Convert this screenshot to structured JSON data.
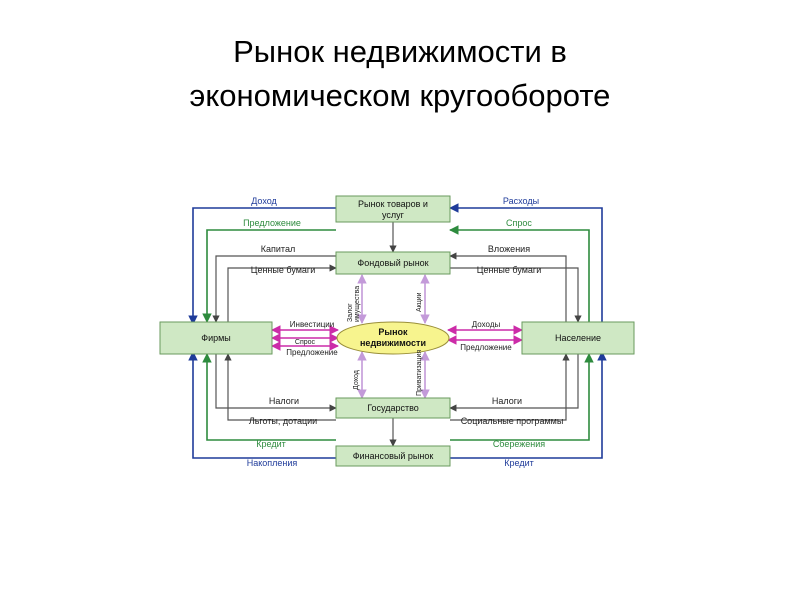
{
  "slide": {
    "title_line1": "Рынок недвижимости в",
    "title_line2": "экономическом кругообороте"
  },
  "diagram": {
    "nodes": {
      "goods_market": [
        "Рынок товаров и",
        "услуг"
      ],
      "stock_market": "Фондовый рынок",
      "firms": "Фирмы",
      "households": "Население",
      "real_estate_market": [
        "Рынок",
        "недвижимости"
      ],
      "government": "Государство",
      "financial_market": "Финансовый рынок"
    },
    "labels": {
      "income_top": "Доход",
      "expenses_top": "Расходы",
      "supply_top": "Предложение",
      "demand_top": "Спрос",
      "capital": "Капитал",
      "securities_left": "Ценные бумаги",
      "investments_right": "Вложения",
      "securities_right": "Ценные бумаги",
      "investments_center": "Инвестиции",
      "demand_center": "Спрос",
      "supply_center_left": "Предложение",
      "incomes_center": "Доходы",
      "supply_center_right": "Предложение",
      "collateral": [
        "Залог",
        "имущества"
      ],
      "shares": "Акции",
      "income_vertical": "Доход",
      "privatization": "Приватизация",
      "taxes_left": "Налоги",
      "benefits_subsidies": "Льготы, дотации",
      "taxes_right": "Налоги",
      "social_programs": "Социальные программы",
      "credit_left": "Кредит",
      "accumulations": "Накопления",
      "savings": "Сбережения",
      "credit_right": "Кредит"
    },
    "colors": {
      "box_fill": "#cfe8c4",
      "box_border": "#6a9a5e",
      "ellipse_fill": "#f7f48e",
      "ellipse_border": "#9a8f3a",
      "blue_flow": "#1f3b9a",
      "green_flow": "#2e8b3e",
      "gray_flow": "#444444",
      "magenta_flow": "#cc2ca8",
      "lilac_flow": "#c39ad9"
    }
  }
}
